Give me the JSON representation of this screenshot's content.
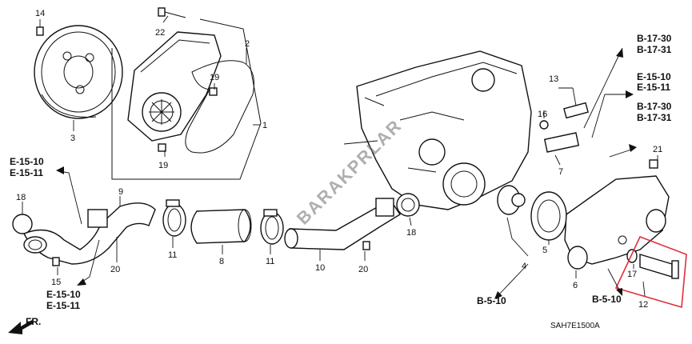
{
  "callouts": {
    "n14": "14",
    "n22": "22",
    "n2": "2",
    "n19a": "19",
    "n1": "1",
    "n3": "3",
    "n19b": "19",
    "n13": "13",
    "n16": "16",
    "n7": "7",
    "n21": "21",
    "n9": "9",
    "n18a": "18",
    "n15": "15",
    "n20a": "20",
    "n11a": "11",
    "n8": "8",
    "n11b": "11",
    "n10": "10",
    "n20b": "20",
    "n18b": "18",
    "n4": "4",
    "n5": "5",
    "n6": "6",
    "n17": "17",
    "n12": "12"
  },
  "refs": {
    "r1a": "B-17-30",
    "r1b": "B-17-31",
    "r2a": "E-15-10",
    "r2b": "E-15-11",
    "r3a": "B-17-30",
    "r3b": "B-17-31",
    "r4a": "E-15-10",
    "r4b": "E-15-11",
    "r5a": "E-15-10",
    "r5b": "E-15-11",
    "r6": "B-5-10",
    "r7": "B-5-10"
  },
  "fr_label": "FR.",
  "diagram_code": "SAH7E1500A",
  "watermark": "BARAKPRLAR",
  "colors": {
    "highlight": "#e0303a",
    "line": "#111111"
  }
}
